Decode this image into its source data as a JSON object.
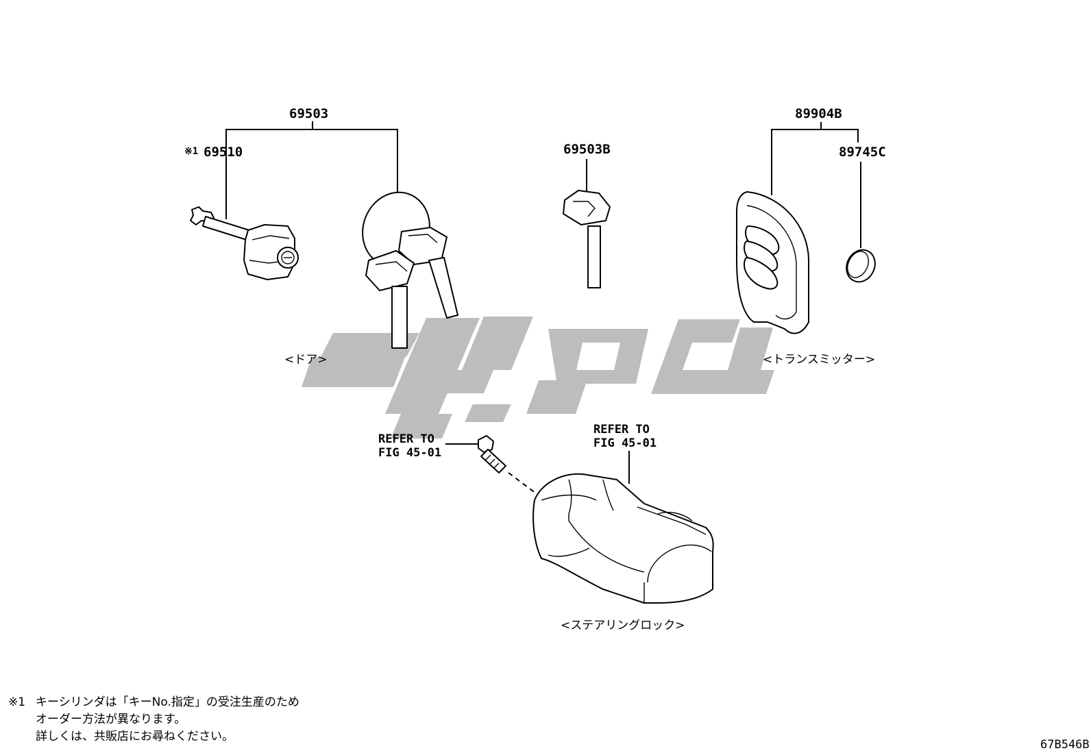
{
  "parts": {
    "door_set": "69503",
    "door_cylinder": "69510",
    "door_cylinder_mark": "※1",
    "blank_key": "69503B",
    "transmitter": "89904B",
    "battery": "89745C"
  },
  "captions": {
    "door": "<ドア>",
    "transmitter": "<トランスミッター>",
    "steering_lock": "<ステアリングロック>"
  },
  "references": {
    "bolt": {
      "line1": "REFER TO",
      "line2": "FIG 45-01"
    },
    "steering_lock": {
      "line1": "REFER TO",
      "line2": "FIG 45-01"
    }
  },
  "footnote": {
    "mark": "※1",
    "line1": "キーシリンダは「キーNo.指定」の受注生産のため",
    "line2": "オーダー方法が異なります。",
    "line3": "詳しくは、共販店にお尋ねください。"
  },
  "diagram_code": "67B546B",
  "watermark_color": "#bdbdbd"
}
